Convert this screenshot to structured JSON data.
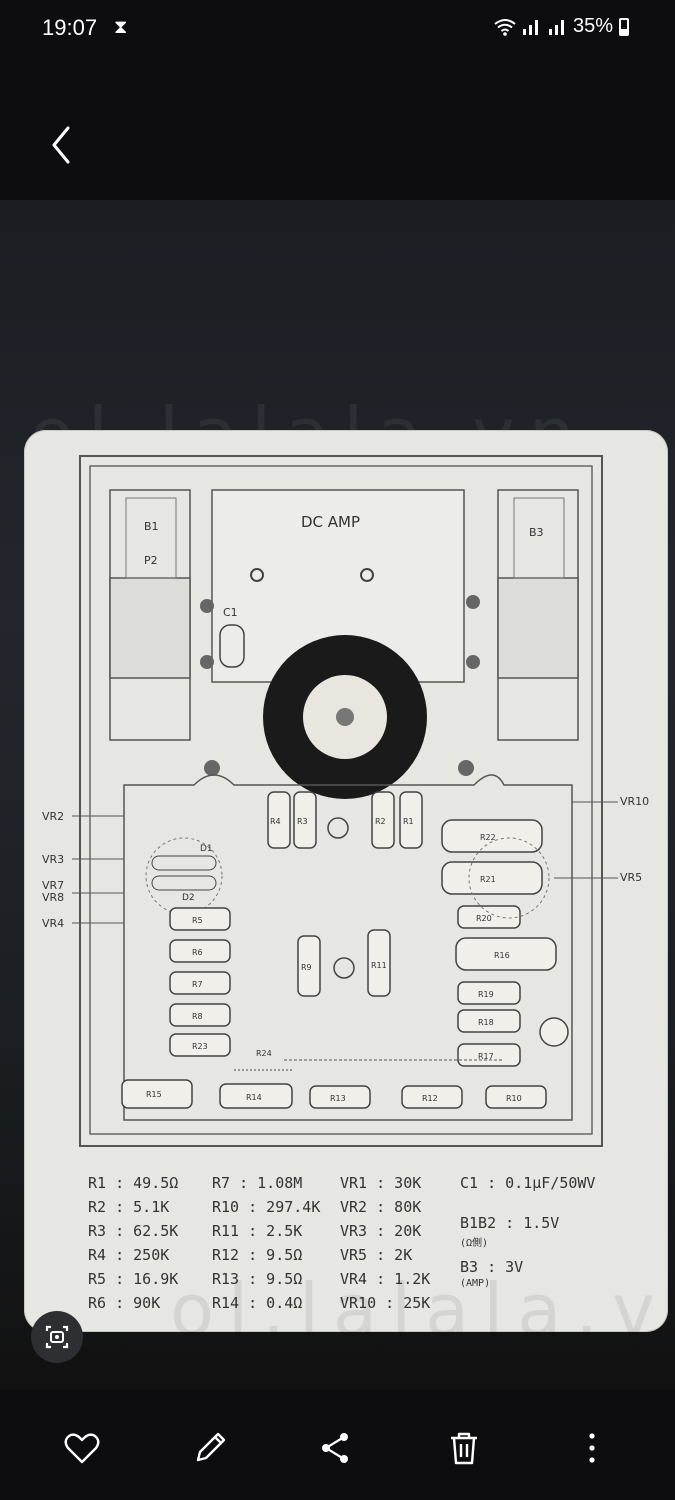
{
  "status": {
    "time": "19:07",
    "battery": "35%"
  },
  "watermark": "ol.lalala.vn",
  "diagram": {
    "title": "DC AMP",
    "c1": "C1",
    "b1p2": "B1",
    "b1p2b": "P2",
    "b3": "B3",
    "d1": "D1",
    "d2": "D2",
    "left_labels": [
      "VR2",
      "VR3",
      "VR7",
      "VR8",
      "VR4"
    ],
    "right_labels": [
      "VR10",
      "VR5"
    ],
    "resistors": [
      "R4",
      "R3",
      "R2",
      "R1",
      "R22",
      "R21",
      "R20",
      "R19",
      "R18",
      "R17",
      "R16",
      "R5",
      "R6",
      "R7",
      "R8",
      "R9",
      "R23",
      "R15",
      "R14",
      "R13",
      "R12",
      "R11",
      "R10",
      "R24"
    ]
  },
  "values": {
    "col1": [
      "R1 : 49.5Ω",
      "R2 : 5.1K",
      "R3 : 62.5K",
      "R4 : 250K",
      "R5 : 16.9K",
      "R6 : 90K"
    ],
    "col2": [
      "R7 : 1.08M",
      "R10 : 297.4K",
      "R11 : 2.5K",
      "R12 : 9.5Ω",
      "R13 : 9.5Ω",
      "R14 : 0.4Ω"
    ],
    "col3": [
      "VR1 : 30K",
      "VR2 : 80K",
      "VR3 : 20K",
      "VR5 : 2K",
      "VR4 : 1.2K",
      "VR10 : 25K"
    ],
    "c1": "C1 : 0.1μF/50WV",
    "b1b2": "B1B2 : 1.5V",
    "b1b2_note": "(Ω側)",
    "b3": "B3   : 3V",
    "b3_note": "(AMP)"
  },
  "icons": [
    "back-icon",
    "hourglass-icon",
    "wifi-icon",
    "signal-icon",
    "battery-icon",
    "lens-icon",
    "heart-icon",
    "edit-icon",
    "share-icon",
    "delete-icon",
    "more-icon"
  ]
}
